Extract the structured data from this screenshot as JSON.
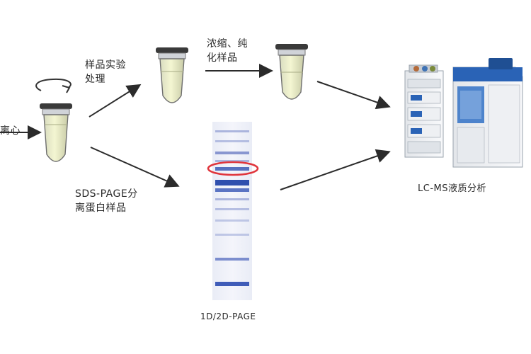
{
  "labels": {
    "centrifuge": "离心",
    "sample_processing_line1": "样品实验",
    "sample_processing_line2": "处理",
    "concentrate_line1": "浓缩、纯",
    "concentrate_line2": "化样品",
    "sds_page_line1": "SDS-PAGE分",
    "sds_page_line2": "离蛋白样品",
    "gel_label": "1D/2D-PAGE",
    "lcms_label": "LC-MS液质分析"
  },
  "icons": {
    "tube": "microcentrifuge-tube-icon",
    "rotation": "rotation-arrow-icon",
    "gel": "gel-lane-icon",
    "instrument": "lc-ms-instrument-icon"
  },
  "colors": {
    "arrow": "#2b2b2b",
    "liquid": "#eef0b8",
    "gel_band": "#3b59b5",
    "highlight_ring": "#e0353c",
    "instrument_blue": "#2a63b6"
  }
}
